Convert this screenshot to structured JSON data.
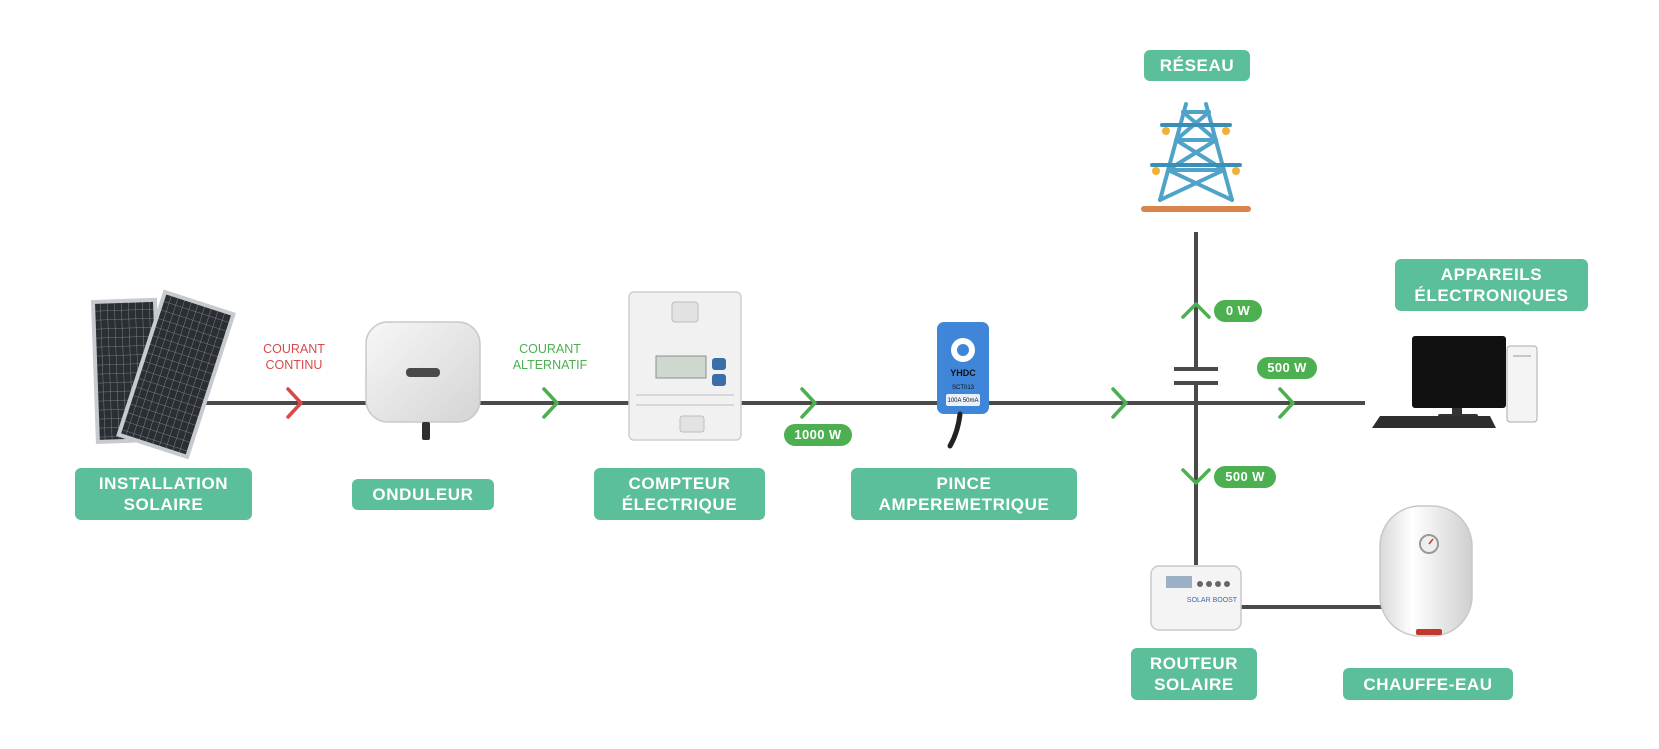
{
  "colors": {
    "label_bg": "#5bbf9a",
    "pill_bg": "#4caf50",
    "line": "#4a4a4a",
    "arrow_dc": "#d84a4a",
    "arrow_ac": "#4caf50"
  },
  "labels": {
    "installation": [
      "INSTALLATION",
      "SOLAIRE"
    ],
    "onduleur": [
      "ONDULEUR"
    ],
    "compteur": [
      "COMPTEUR",
      "ÉLECTRIQUE"
    ],
    "pince": [
      "PINCE",
      "AMPEREMETRIQUE"
    ],
    "reseau": [
      "RÉSEAU"
    ],
    "appareils": [
      "APPAREILS",
      "ÉLECTRONIQUES"
    ],
    "routeur": [
      "ROUTEUR",
      "SOLAIRE"
    ],
    "chauffe_eau": [
      "CHAUFFE-EAU"
    ]
  },
  "notes": {
    "dc": [
      "COURANT",
      "CONTINU"
    ],
    "ac": [
      "COURANT",
      "ALTERNATIF"
    ]
  },
  "power": {
    "compteur_out": "1000 W",
    "reseau": "0 W",
    "appareils": "500 W",
    "routeur": "500 W"
  },
  "device_text": {
    "routeur_brand": "SOLAR BOOST",
    "pince_brand": "YHDC",
    "pince_model": "SCT013",
    "pince_rating": "100A 50mA"
  },
  "icons": [
    "solar-panels-icon",
    "inverter-icon",
    "electric-meter-icon",
    "current-clamp-icon",
    "power-pylon-icon",
    "desktop-computer-icon",
    "solar-router-icon",
    "water-heater-icon"
  ]
}
